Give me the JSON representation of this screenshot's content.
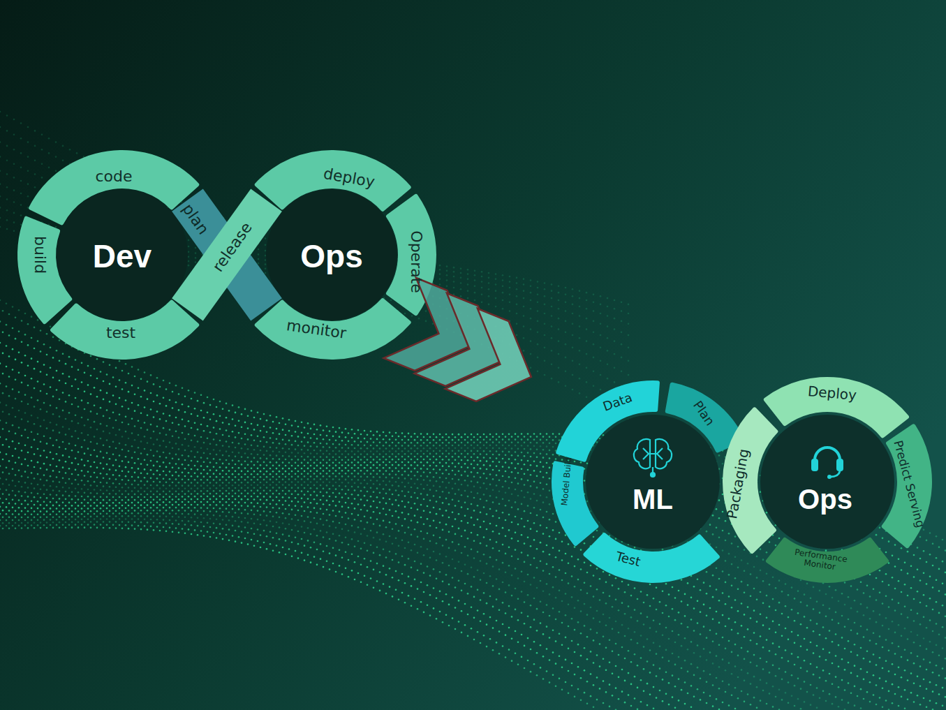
{
  "diagram": {
    "nodes": [
      {
        "text": [
          "code"
        ]
      },
      {
        "text": [
          "build"
        ]
      },
      {
        "text": [
          "Dev"
        ]
      },
      {
        "text": [
          "test"
        ]
      },
      {
        "text": [
          "plan"
        ]
      },
      {
        "text": [
          "release"
        ]
      },
      {
        "text": [
          "deploy"
        ]
      },
      {
        "text": [
          "Ops"
        ]
      },
      {
        "text": [
          "Operate"
        ]
      },
      {
        "text": [
          "monitor"
        ]
      },
      {
        "text": [
          "Data"
        ]
      },
      {
        "text": [
          "Plan"
        ]
      },
      {
        "text": [
          "Model Build"
        ]
      },
      {
        "text": [
          "ML"
        ]
      },
      {
        "text": [
          "Test"
        ]
      },
      {
        "text": [
          "Packaging"
        ]
      },
      {
        "text": [
          "Deploy"
        ]
      },
      {
        "text": [
          "Ops"
        ]
      },
      {
        "text": [
          "Predict Serving"
        ]
      },
      {
        "text": [
          "Performance Monitor"
        ]
      }
    ]
  }
}
